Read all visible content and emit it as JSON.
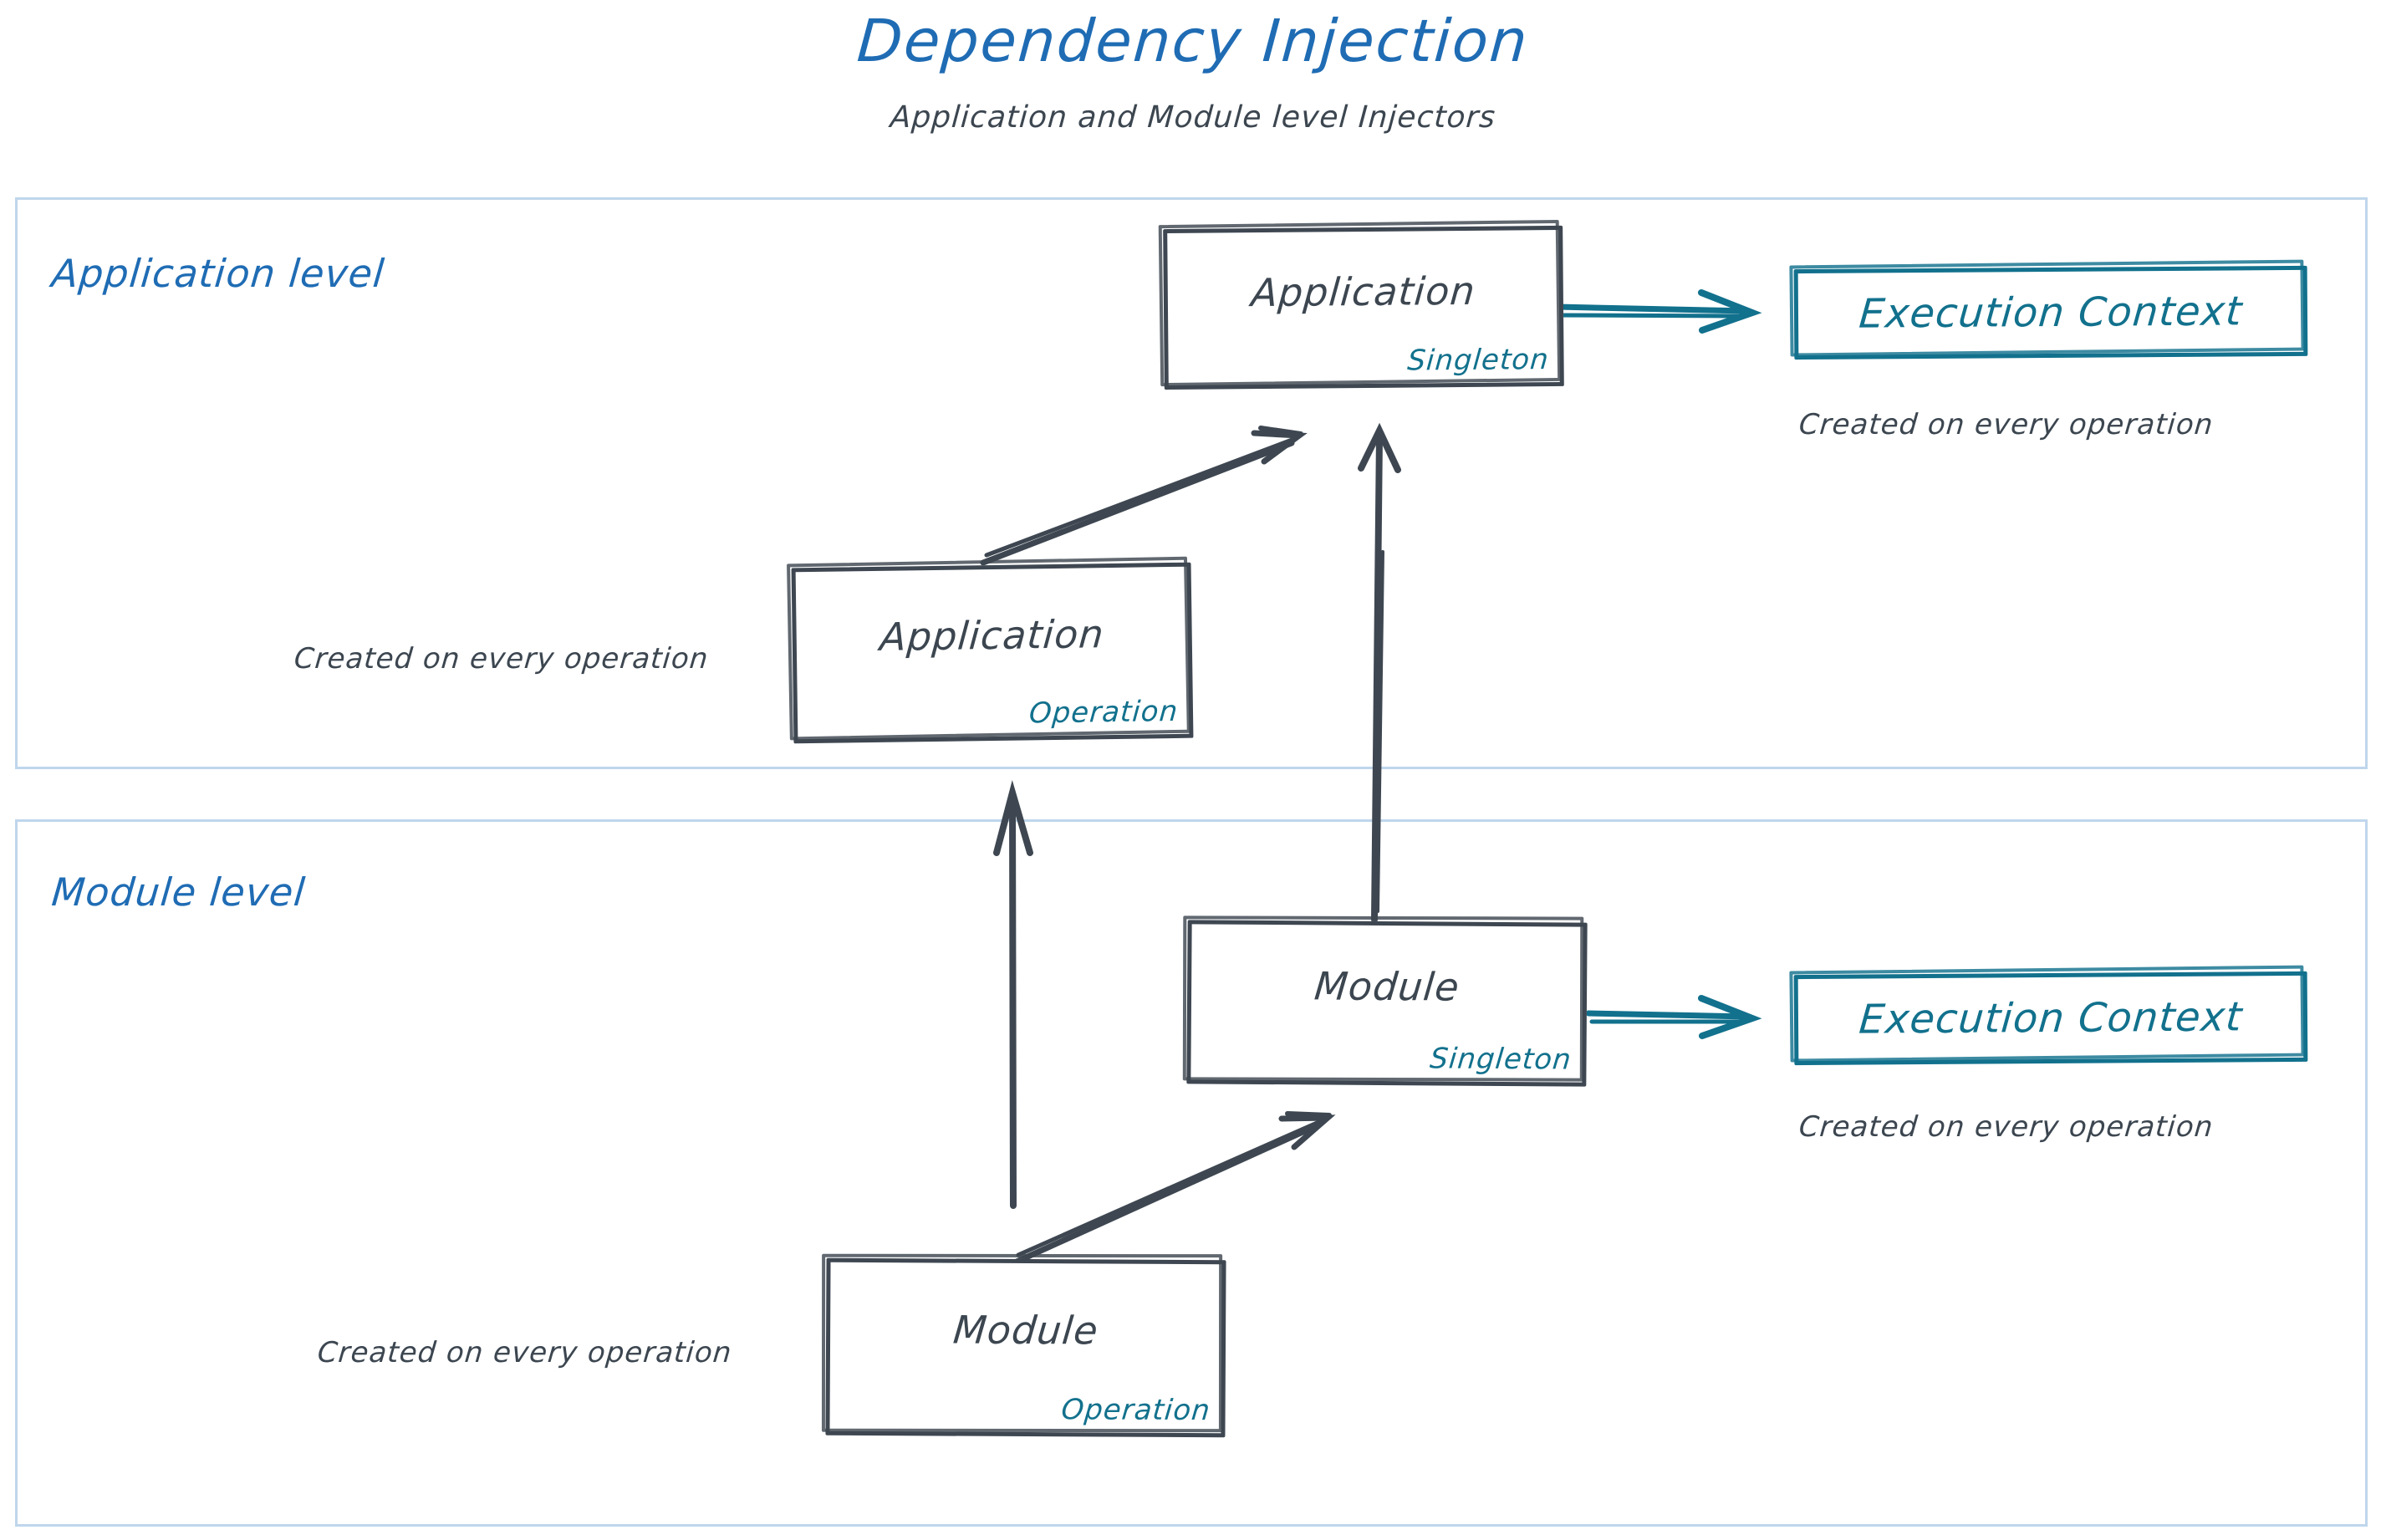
{
  "header": {
    "title": "Dependency Injection",
    "subtitle": "Application and Module level Injectors"
  },
  "colors": {
    "title_blue": "#1f6cb4",
    "level_border_blue": "#bfd6ec",
    "node_stroke_gray": "#3e4751",
    "text_gray": "#3c4650",
    "accent_teal": "#12718d",
    "background": "#ffffff"
  },
  "levels": [
    {
      "id": "application-level",
      "label": "Application level",
      "nodes": [
        {
          "id": "application-singleton",
          "title": "Application",
          "scope": "Singleton"
        },
        {
          "id": "application-operation",
          "title": "Application",
          "scope": "Operation"
        },
        {
          "id": "execution-context-application",
          "title": "Execution Context",
          "scope": ""
        }
      ],
      "captions": [
        {
          "id": "caption-execution-context-application",
          "text": "Created on every operation"
        },
        {
          "id": "caption-application-operation",
          "text": "Created on every operation"
        }
      ]
    },
    {
      "id": "module-level",
      "label": "Module level",
      "nodes": [
        {
          "id": "module-singleton",
          "title": "Module",
          "scope": "Singleton"
        },
        {
          "id": "module-operation",
          "title": "Module",
          "scope": "Operation"
        },
        {
          "id": "execution-context-module",
          "title": "Execution Context",
          "scope": ""
        }
      ],
      "captions": [
        {
          "id": "caption-execution-context-module",
          "text": "Created on every operation"
        },
        {
          "id": "caption-module-operation",
          "text": "Created on every operation"
        }
      ]
    }
  ],
  "edges": [
    {
      "id": "edge-app-operation-to-app-singleton",
      "from": "application-operation",
      "to": "application-singleton",
      "style": "sketch-double",
      "color": "#3e4751"
    },
    {
      "id": "edge-app-singleton-to-execution-context",
      "from": "application-singleton",
      "to": "execution-context-application",
      "style": "sketch-double",
      "color": "#12718d"
    },
    {
      "id": "edge-module-singleton-to-app-singleton",
      "from": "module-singleton",
      "to": "application-singleton",
      "style": "sketch-single",
      "color": "#3e4751"
    },
    {
      "id": "edge-module-operation-to-app-operation-level",
      "from": "module-operation",
      "to": "application-level",
      "style": "sketch-single",
      "color": "#3e4751"
    },
    {
      "id": "edge-module-operation-to-module-singleton",
      "from": "module-operation",
      "to": "module-singleton",
      "style": "sketch-double",
      "color": "#3e4751"
    },
    {
      "id": "edge-module-singleton-to-execution-context",
      "from": "module-singleton",
      "to": "execution-context-module",
      "style": "sketch-double",
      "color": "#12718d"
    }
  ]
}
